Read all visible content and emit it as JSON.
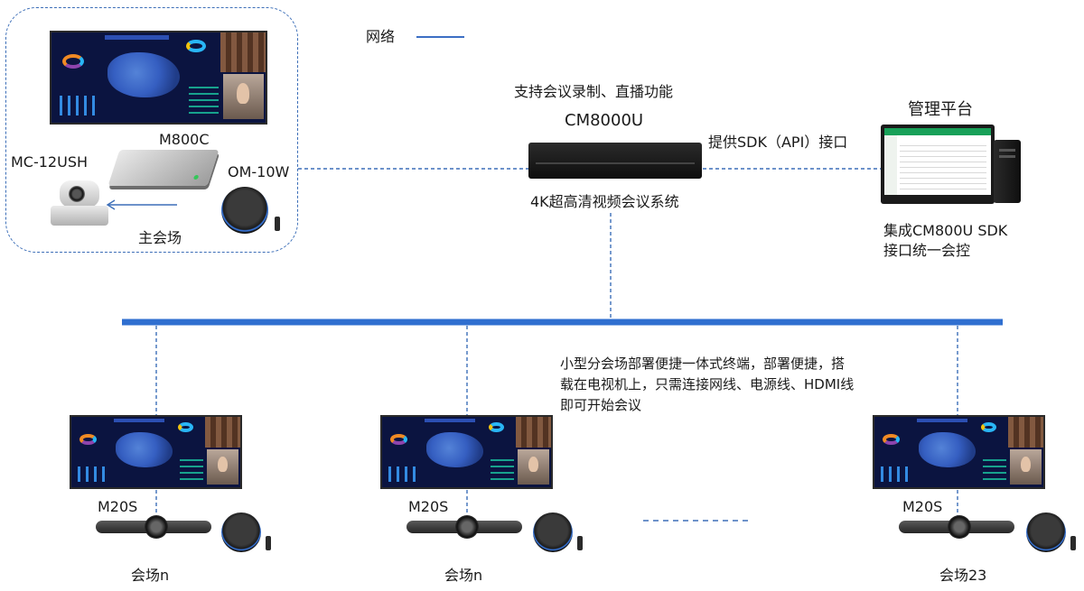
{
  "legend": {
    "network_label": "网络",
    "line_color": "#3c6fc4"
  },
  "main_venue": {
    "label": "主会场",
    "camera_label": "MC-12USH",
    "terminal_label": "M800C",
    "mic_label": "OM-10W"
  },
  "server": {
    "caption_top": "支持会议录制、直播功能",
    "model": "CM8000U",
    "caption_bottom": "4K超高清视频会议系统"
  },
  "sdk_label": "提供SDK（API）接口",
  "management": {
    "title": "管理平台",
    "caption_line1": "集成CM800U SDK",
    "caption_line2": "接口统一会控"
  },
  "branch_note": {
    "line1": "小型分会场部署便捷一体式终端，部署便捷，搭",
    "line2": "载在电视机上，只需连接网线、电源线、HDMI线",
    "line3": "即可开始会议"
  },
  "branches": [
    {
      "device": "M20S",
      "label": "会场n"
    },
    {
      "device": "M20S",
      "label": "会场n"
    },
    {
      "device": "M20S",
      "label": "会场23"
    }
  ],
  "colors": {
    "backbone": "#2f6fd0",
    "dashed": "#3d6fb8"
  }
}
